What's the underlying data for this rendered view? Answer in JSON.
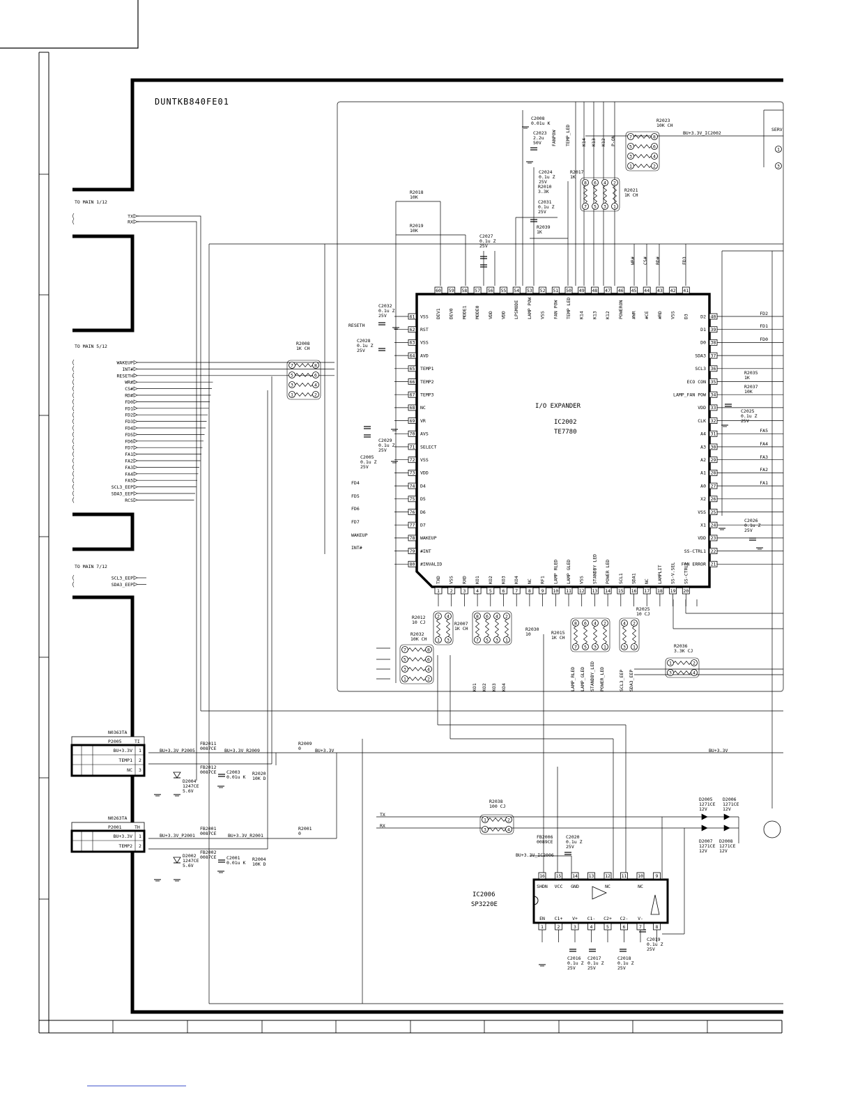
{
  "board_label": "DUNTKB840FE01",
  "to_main_1": "TO MAIN 1/12",
  "to_main_5": "TO MAIN 5/12",
  "to_main_7": "TO MAIN 7/12",
  "main1_signals": [
    "TX",
    "RX"
  ],
  "main5_signals": [
    "WAKEUP",
    "INT#",
    "RESETH",
    "WR#",
    "CS#",
    "RD#",
    "FD0",
    "FD1",
    "FD2",
    "FD3",
    "FD4",
    "FD5",
    "FD6",
    "FD7",
    "FA1",
    "FA2",
    "FA3",
    "FA4",
    "FA5",
    "SCL3_EEP",
    "SDA3_EEP",
    "RCS"
  ],
  "main7_signals": [
    "SCL3_EEP",
    "SDA3_EEP"
  ],
  "ic2002": {
    "title": "I/O EXPANDER",
    "ref": "IC2002",
    "part": "TE7780",
    "left_pins": [
      {
        "num": "61",
        "name": "VSS"
      },
      {
        "num": "62",
        "name": "RST"
      },
      {
        "num": "63",
        "name": "VSS"
      },
      {
        "num": "64",
        "name": "AVD"
      },
      {
        "num": "65",
        "name": "TEMP1"
      },
      {
        "num": "66",
        "name": "TEMP2"
      },
      {
        "num": "67",
        "name": "TEMP3"
      },
      {
        "num": "68",
        "name": "NC"
      },
      {
        "num": "69",
        "name": "VR"
      },
      {
        "num": "70",
        "name": "AVS"
      },
      {
        "num": "71",
        "name": "SELECT"
      },
      {
        "num": "72",
        "name": "VSS"
      },
      {
        "num": "73",
        "name": "VDD"
      },
      {
        "num": "74",
        "name": "D4"
      },
      {
        "num": "75",
        "name": "D5"
      },
      {
        "num": "76",
        "name": "D6"
      },
      {
        "num": "77",
        "name": "D7"
      },
      {
        "num": "78",
        "name": "WAKEUP"
      },
      {
        "num": "79",
        "name": "#INT"
      },
      {
        "num": "80",
        "name": "#INVALID"
      }
    ],
    "right_pins": [
      {
        "num": "40",
        "name": "D2"
      },
      {
        "num": "39",
        "name": "D1"
      },
      {
        "num": "38",
        "name": "D0"
      },
      {
        "num": "37",
        "name": "SDA3"
      },
      {
        "num": "36",
        "name": "SCL3"
      },
      {
        "num": "35",
        "name": "ECO CON"
      },
      {
        "num": "34",
        "name": "LAMP_FAN POW"
      },
      {
        "num": "33",
        "name": "VDD"
      },
      {
        "num": "32",
        "name": "CLK"
      },
      {
        "num": "31",
        "name": "A4"
      },
      {
        "num": "30",
        "name": "A3"
      },
      {
        "num": "29",
        "name": "A2"
      },
      {
        "num": "28",
        "name": "A1"
      },
      {
        "num": "27",
        "name": "A0"
      },
      {
        "num": "26",
        "name": "X2"
      },
      {
        "num": "25",
        "name": "VSS"
      },
      {
        "num": "24",
        "name": "X1"
      },
      {
        "num": "23",
        "name": "VDD"
      },
      {
        "num": "22",
        "name": "SS-CTRL1"
      },
      {
        "num": "21",
        "name": "FAN ERROR"
      }
    ],
    "top_pins": [
      {
        "num": "60",
        "name": "DEV1"
      },
      {
        "num": "59",
        "name": "DEV0"
      },
      {
        "num": "58",
        "name": "MODE1"
      },
      {
        "num": "57",
        "name": "MODE0"
      },
      {
        "num": "56",
        "name": "VDD"
      },
      {
        "num": "55",
        "name": "VDD"
      },
      {
        "num": "54",
        "name": "LPSMODE"
      },
      {
        "num": "53",
        "name": "LAMP POW"
      },
      {
        "num": "52",
        "name": "VSS"
      },
      {
        "num": "51",
        "name": "FAN POW"
      },
      {
        "num": "50",
        "name": "TEMP LED"
      },
      {
        "num": "49",
        "name": "K14"
      },
      {
        "num": "48",
        "name": "K13"
      },
      {
        "num": "47",
        "name": "K12"
      },
      {
        "num": "46",
        "name": "POWERON"
      },
      {
        "num": "45",
        "name": "#WR"
      },
      {
        "num": "44",
        "name": "#CE"
      },
      {
        "num": "43",
        "name": "#RD"
      },
      {
        "num": "42",
        "name": "VSS"
      },
      {
        "num": "41",
        "name": "D3"
      }
    ],
    "bottom_pins": [
      {
        "num": "1",
        "name": "TXD"
      },
      {
        "num": "2",
        "name": "VSS"
      },
      {
        "num": "3",
        "name": "RXD"
      },
      {
        "num": "4",
        "name": "KO1"
      },
      {
        "num": "5",
        "name": "KO2"
      },
      {
        "num": "6",
        "name": "KO3"
      },
      {
        "num": "7",
        "name": "KO4"
      },
      {
        "num": "8",
        "name": "NC"
      },
      {
        "num": "9",
        "name": "RF1"
      },
      {
        "num": "10",
        "name": "LAMP RLED"
      },
      {
        "num": "11",
        "name": "LAMP GLED"
      },
      {
        "num": "12",
        "name": "VSS"
      },
      {
        "num": "13",
        "name": "STANDBY LED"
      },
      {
        "num": "14",
        "name": "POWER LED"
      },
      {
        "num": "15",
        "name": "SCL1"
      },
      {
        "num": "16",
        "name": "SDA1"
      },
      {
        "num": "17",
        "name": "NC"
      },
      {
        "num": "18",
        "name": "LAMPLIT"
      },
      {
        "num": "19",
        "name": "SS-V.SEL"
      },
      {
        "num": "20",
        "name": "SS-CTRL2"
      }
    ]
  },
  "ic2006": {
    "ref": "IC2006",
    "part": "SP3220E",
    "top_pins": [
      {
        "num": "16",
        "name": "SHDN"
      },
      {
        "num": "15",
        "name": "VCC"
      },
      {
        "num": "14",
        "name": "GND"
      },
      {
        "num": "13",
        "name": ""
      },
      {
        "num": "12",
        "name": "NC"
      },
      {
        "num": "11",
        "name": ""
      },
      {
        "num": "10",
        "name": "NC"
      },
      {
        "num": "9",
        "name": ""
      }
    ],
    "bottom_pins": [
      {
        "num": "1",
        "name": "EN"
      },
      {
        "num": "2",
        "name": "C1+"
      },
      {
        "num": "3",
        "name": "V+"
      },
      {
        "num": "4",
        "name": "C1-"
      },
      {
        "num": "5",
        "name": "C2+"
      },
      {
        "num": "6",
        "name": "C2-"
      },
      {
        "num": "7",
        "name": "V-"
      },
      {
        "num": "8",
        "name": ""
      }
    ]
  },
  "components": [
    {
      "ref": "C2008",
      "value": "0.01u K"
    },
    {
      "ref": "C2023",
      "value": "2.2u 50V"
    },
    {
      "ref": "C2024",
      "value": "0.1u Z 25V"
    },
    {
      "ref": "R2010",
      "value": "3.3K"
    },
    {
      "ref": "R2017",
      "value": "1K"
    },
    {
      "ref": "C2031",
      "value": "0.1u Z 25V"
    },
    {
      "ref": "R2039",
      "value": "1K"
    },
    {
      "ref": "R2018",
      "value": "10K"
    },
    {
      "ref": "R2019",
      "value": "10K"
    },
    {
      "ref": "C2027",
      "value": "0.1u Z 25V"
    },
    {
      "ref": "R2023",
      "value": "10K CH"
    },
    {
      "ref": "R2021",
      "value": "1K CH"
    },
    {
      "ref": "C2032",
      "value": "0.1u Z 25V"
    },
    {
      "ref": "C2028",
      "value": "0.1u Z 25V"
    },
    {
      "ref": "R2008",
      "value": "1K CH"
    },
    {
      "ref": "C2029",
      "value": "0.1u Z 25V"
    },
    {
      "ref": "C2005",
      "value": "0.1u Z 25V"
    },
    {
      "ref": "R2035",
      "value": "1K"
    },
    {
      "ref": "R2037",
      "value": "10K"
    },
    {
      "ref": "C2025",
      "value": "0.1u Z 25V"
    },
    {
      "ref": "C2026",
      "value": "0.1u Z 25V"
    },
    {
      "ref": "R2012",
      "value": "10 CJ"
    },
    {
      "ref": "R2032",
      "value": "10K CH"
    },
    {
      "ref": "R2007",
      "value": "1K CH"
    },
    {
      "ref": "R2030",
      "value": "10"
    },
    {
      "ref": "R2015",
      "value": "1K CH"
    },
    {
      "ref": "R2025",
      "value": "10 CJ"
    },
    {
      "ref": "R2036",
      "value": "3.3K CJ"
    },
    {
      "ref": "FB2011",
      "value": "0087CE"
    },
    {
      "ref": "FB2012",
      "value": "0087CE"
    },
    {
      "ref": "R2009",
      "value": "0"
    },
    {
      "ref": "C2003",
      "value": "0.01u K"
    },
    {
      "ref": "R2020",
      "value": "10K D"
    },
    {
      "ref": "D2004",
      "value": "1247CE 5.6V"
    },
    {
      "ref": "FB2001",
      "value": "0087CE"
    },
    {
      "ref": "FB2002",
      "value": "0087CE"
    },
    {
      "ref": "R2001",
      "value": "0"
    },
    {
      "ref": "C2001",
      "value": "0.01u K"
    },
    {
      "ref": "R2004",
      "value": "10K D"
    },
    {
      "ref": "D2002",
      "value": "1247CE 5.6V"
    },
    {
      "ref": "R2038",
      "value": "100 CJ"
    },
    {
      "ref": "FB2006",
      "value": "0089CE"
    },
    {
      "ref": "C2020",
      "value": "0.1u Z 25V"
    },
    {
      "ref": "D2005",
      "value": "1271CE 12V"
    },
    {
      "ref": "D2006",
      "value": "1271CE 12V"
    },
    {
      "ref": "D2007",
      "value": "1271CE 12V"
    },
    {
      "ref": "D2008",
      "value": "1271CE 12V"
    },
    {
      "ref": "C2016",
      "value": "0.1u Z 25V"
    },
    {
      "ref": "C2017",
      "value": "0.1u Z 25V"
    },
    {
      "ref": "C2018",
      "value": "0.1u Z 25V"
    },
    {
      "ref": "C2019",
      "value": "0.1u Z 25V"
    }
  ],
  "connectors": [
    {
      "id": "N0363TA",
      "ref": "P2005",
      "side": "TI",
      "pins": [
        {
          "num": "1",
          "name": "BU+3.3V"
        },
        {
          "num": "2",
          "name": "TEMP1"
        },
        {
          "num": "3",
          "name": "NC"
        }
      ]
    },
    {
      "id": "N0263TA",
      "ref": "P2001",
      "side": "TH",
      "pins": [
        {
          "num": "1",
          "name": "BU+3.3V"
        },
        {
          "num": "2",
          "name": "TEMP2"
        }
      ]
    }
  ],
  "nets": {
    "bu33_ic2002": "BU+3.3V_IC2002",
    "bu33_p2005": "BU+3.3V_P2005",
    "bu33_r2009": "BU+3.3V_R2009",
    "bu33": "BU+3.3V",
    "bu33_p2001": "BU+3.3V_P2001",
    "bu33_r2001": "BU+3.3V_R2001",
    "bu33_ic2006": "BU+3.3V_IC2006",
    "tx": "TX",
    "rx": "RX",
    "resh": "RESETH",
    "serv": "SERV",
    "top_nets": [
      "TEMP_LED",
      "FANPOW",
      "K14",
      "K13",
      "K12",
      "P-ON"
    ],
    "top_right_nets": [
      "WR#",
      "CS#",
      "RD#",
      "FD3"
    ],
    "right_nets": [
      "FD2",
      "FD1",
      "FD0",
      "FA5",
      "FA4",
      "FA3",
      "FA2",
      "FA1"
    ],
    "left_nets": [
      "FD4",
      "FD5",
      "FD6",
      "FD7",
      "WAKEUP",
      "INT#"
    ],
    "bottom_nets": [
      "KO1",
      "KO2",
      "KO3",
      "KO4",
      "LAMP_RLED",
      "LAMP_GLED",
      "STANDBY_LED",
      "POWER_LED",
      "SCL3_EEP",
      "SDA3_EEP"
    ]
  }
}
